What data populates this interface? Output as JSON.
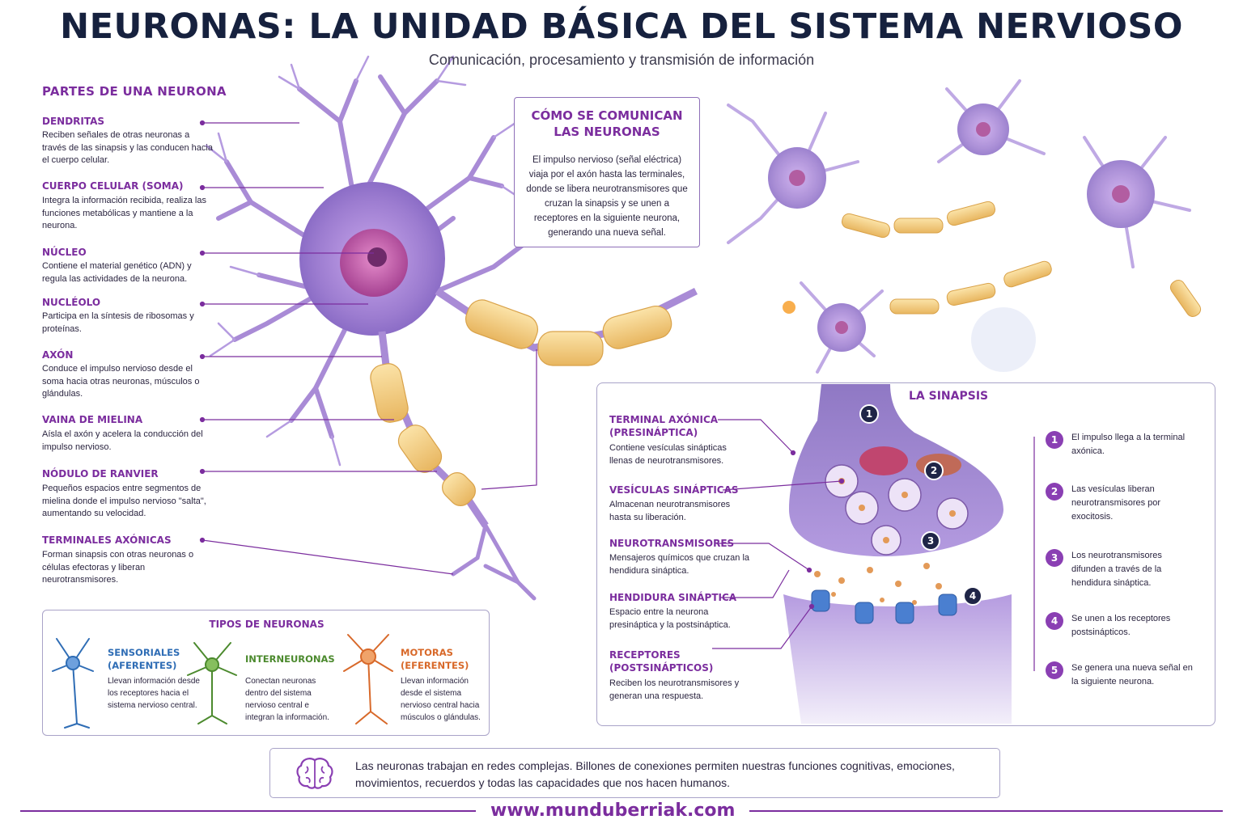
{
  "title": "NEURONAS: LA UNIDAD BÁSICA DEL SISTEMA NERVIOSO",
  "subtitle": "Comunicación, procesamiento y transmisión de información",
  "parts": {
    "heading": "PARTES DE UNA NEURONA",
    "items": [
      {
        "title": "DENDRITAS",
        "desc": "Reciben señales de otras neuronas a través de las sinapsis y las conducen hacia el cuerpo celular."
      },
      {
        "title": "CUERPO CELULAR (SOMA)",
        "desc": "Integra la información recibida, realiza las funciones metabólicas y mantiene a la neurona."
      },
      {
        "title": "NÚCLEO",
        "desc": "Contiene el material genético (ADN) y regula las actividades de la neurona."
      },
      {
        "title": "NUCLÉOLO",
        "desc": "Participa en la síntesis de ribosomas y proteínas."
      },
      {
        "title": "AXÓN",
        "desc": "Conduce el impulso nervioso desde el soma hacia otras neuronas, músculos o glándulas."
      },
      {
        "title": "VAINA DE MIELINA",
        "desc": "Aísla el axón y acelera la conducción del impulso nervioso."
      },
      {
        "title": "NÓDULO DE RANVIER",
        "desc": "Pequeños espacios entre segmentos de mielina donde el impulso nervioso \"salta\", aumentando su velocidad."
      },
      {
        "title": "TERMINALES AXÓNICAS",
        "desc": "Forman sinapsis con otras neuronas o células efectoras y liberan neurotransmisores."
      }
    ]
  },
  "communication": {
    "title": "CÓMO SE COMUNICAN LAS NEURONAS",
    "text": "El impulso nervioso (señal eléctrica) viaja por el axón hasta las terminales, donde se libera neurotransmisores que cruzan la sinapsis y se unen a receptores en la siguiente neurona, generando una nueva señal."
  },
  "synapse": {
    "heading": "LA SINAPSIS",
    "labels": [
      {
        "title": "TERMINAL AXÓNICA (PRESINÁPTICA)",
        "desc": "Contiene vesículas sinápticas llenas de neurotransmisores."
      },
      {
        "title": "VESÍCULAS SINÁPTICAS",
        "desc": "Almacenan neurotransmisores hasta su liberación."
      },
      {
        "title": "NEUROTRANSMISORES",
        "desc": "Mensajeros químicos que cruzan la hendidura sináptica."
      },
      {
        "title": "HENDIDURA SINÁPTICA",
        "desc": "Espacio entre la neurona presináptica y la postsináptica."
      },
      {
        "title": "RECEPTORES (POSTSINÁPTICOS)",
        "desc": "Reciben los neurotransmisores y generan una respuesta."
      }
    ],
    "badges": [
      "1",
      "2",
      "3",
      "4"
    ],
    "steps": [
      {
        "num": "1",
        "text": "El impulso llega a la terminal axónica."
      },
      {
        "num": "2",
        "text": "Las vesículas liberan neurotransmisores por exocitosis."
      },
      {
        "num": "3",
        "text": "Los neurotransmisores difunden a través de la hendidura sináptica."
      },
      {
        "num": "4",
        "text": "Se unen a los receptores postsinápticos."
      },
      {
        "num": "5",
        "text": "Se genera una nueva señal en la siguiente neurona."
      }
    ]
  },
  "types": {
    "heading": "TIPOS DE NEURONAS",
    "items": [
      {
        "title": "SENSORIALES (AFERENTES)",
        "desc": "Llevan información desde los receptores hacia el sistema nervioso central.",
        "color": "#2f6db5"
      },
      {
        "title": "INTERNEURONAS",
        "desc": "Conectan neuronas dentro del sistema nervioso central e integran la información.",
        "color": "#4c8a2e"
      },
      {
        "title": "MOTORAS (EFERENTES)",
        "desc": "Llevan información desde el sistema nervioso central hacia músculos o glándulas.",
        "color": "#d8692a"
      }
    ]
  },
  "footer": {
    "text": "Las neuronas trabajan en redes complejas. Billones de conexiones permiten nuestras funciones cognitivas, emociones, movimientos, recuerdos y todas las capacidades que nos hacen humanos.",
    "url": "www.munduberriak.com"
  },
  "colors": {
    "accent": "#7b2d9e",
    "title": "#16213e",
    "myelin": "#f2c879",
    "neuron": "#a98bd6"
  }
}
